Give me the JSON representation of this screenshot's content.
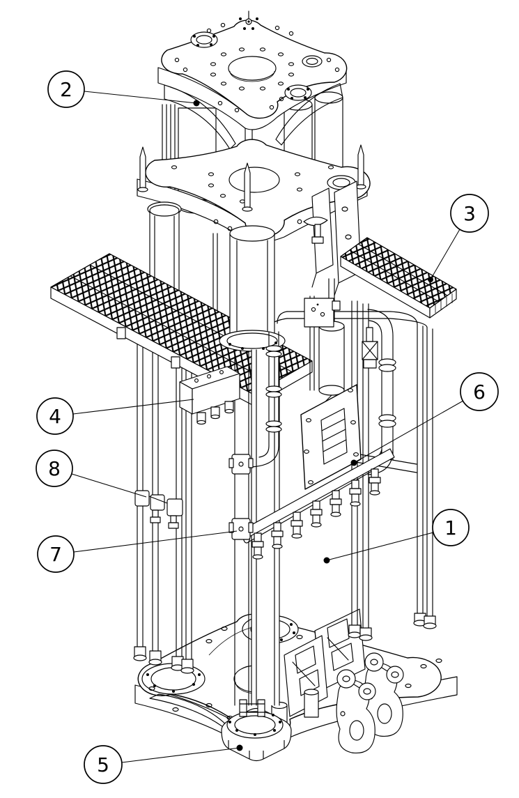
{
  "page": {
    "background": "#ffffff",
    "line_color": "#000000"
  },
  "drawing": {
    "kind": "isometric technical assembly line drawing",
    "balloon_count": 8
  },
  "callouts": {
    "items": [
      {
        "number": "1"
      },
      {
        "number": "2"
      },
      {
        "number": "3"
      },
      {
        "number": "4"
      },
      {
        "number": "5"
      },
      {
        "number": "6"
      },
      {
        "number": "7"
      },
      {
        "number": "8"
      }
    ]
  }
}
